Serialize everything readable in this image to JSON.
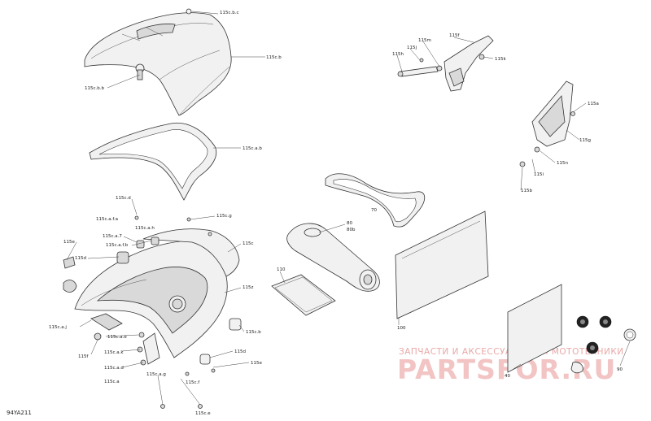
{
  "diagram": {
    "code": "94YA211",
    "watermark": {
      "text": "ЗАПЧАСТИ И АКСЕССУАРЫ ДЛЯ МОТОТЕХНИКИ",
      "logo": "PARTSFOR.RU"
    },
    "callouts": {
      "c115cbc": "115c.b.c",
      "c115cb": "115c.b",
      "c115cbb": "115c.b.b",
      "c115cab": "115c.a.b",
      "c115cd": "115c.d",
      "c115cg": "115c.g",
      "c115cafa": "115c.a.f.a",
      "c115cah": "115c.a.h",
      "c115ca7": "115c.a.7",
      "c115cafb": "115c.a.f.b",
      "c115ex": "115e",
      "c115d": "115d",
      "c115c": "115c",
      "c115z": "115z",
      "c115caj": "115c.a.j",
      "c115caee": "115c.a.e",
      "c115f": "115f",
      "c115cak": "115c.a.k",
      "c115cad": "115c.a.d",
      "c115cag": "115c.a.g",
      "c115ca": "115c.a",
      "c115ce": "115c.e",
      "c115dd": "115d",
      "c115e2": "115e",
      "c115cbd": "115c.b",
      "c115cfb": "115c.f",
      "c115m": "115m",
      "c115f2": "115f",
      "c115j": "115j",
      "c115h": "115h",
      "c115k": "115k",
      "c115a": "115a",
      "c115g": "115g",
      "c115n": "115n",
      "c115i": "115i",
      "c115b": "115b",
      "c70": "70",
      "c80": "80",
      "c80b": "80b",
      "c110": "110",
      "c100": "100",
      "c40": "40",
      "c90": "90"
    }
  }
}
